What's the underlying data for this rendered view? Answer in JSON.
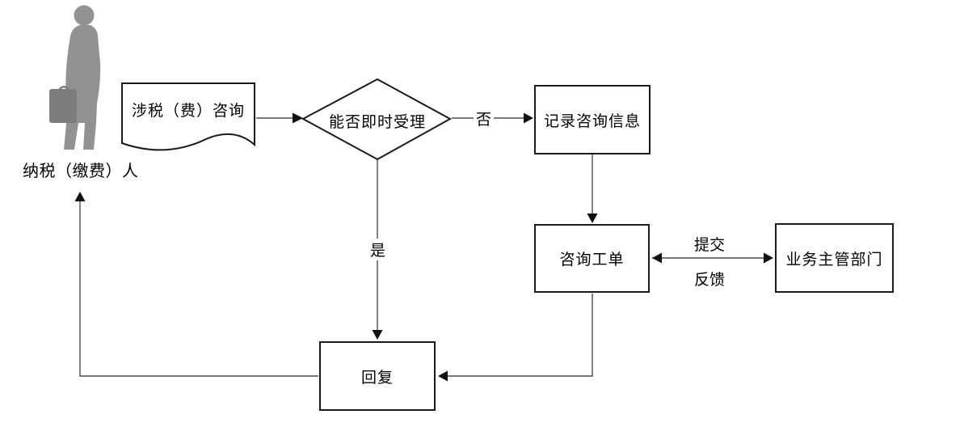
{
  "diagram_type": "flowchart",
  "colors": {
    "background": "#ffffff",
    "shape_border": "#1a1a1a",
    "connector_line": "#4a4a4a",
    "arrowhead": "#111111",
    "figure_gray": "#929292",
    "briefcase_gray": "#7d7d7d",
    "text": "#000000"
  },
  "actor": {
    "label": "纳税（缴费）人"
  },
  "nodes": {
    "consult_doc": {
      "label": "涉税（费）咨询",
      "type": "document"
    },
    "decision": {
      "label": "能否即时受理",
      "type": "decision"
    },
    "record": {
      "label": "记录咨询信息",
      "type": "process"
    },
    "ticket": {
      "label": "咨询工单",
      "type": "process"
    },
    "department": {
      "label": "业务主管部门",
      "type": "process"
    },
    "reply": {
      "label": "回复",
      "type": "process"
    }
  },
  "edge_labels": {
    "no": "否",
    "yes": "是",
    "submit": "提交",
    "feedback": "反馈"
  }
}
